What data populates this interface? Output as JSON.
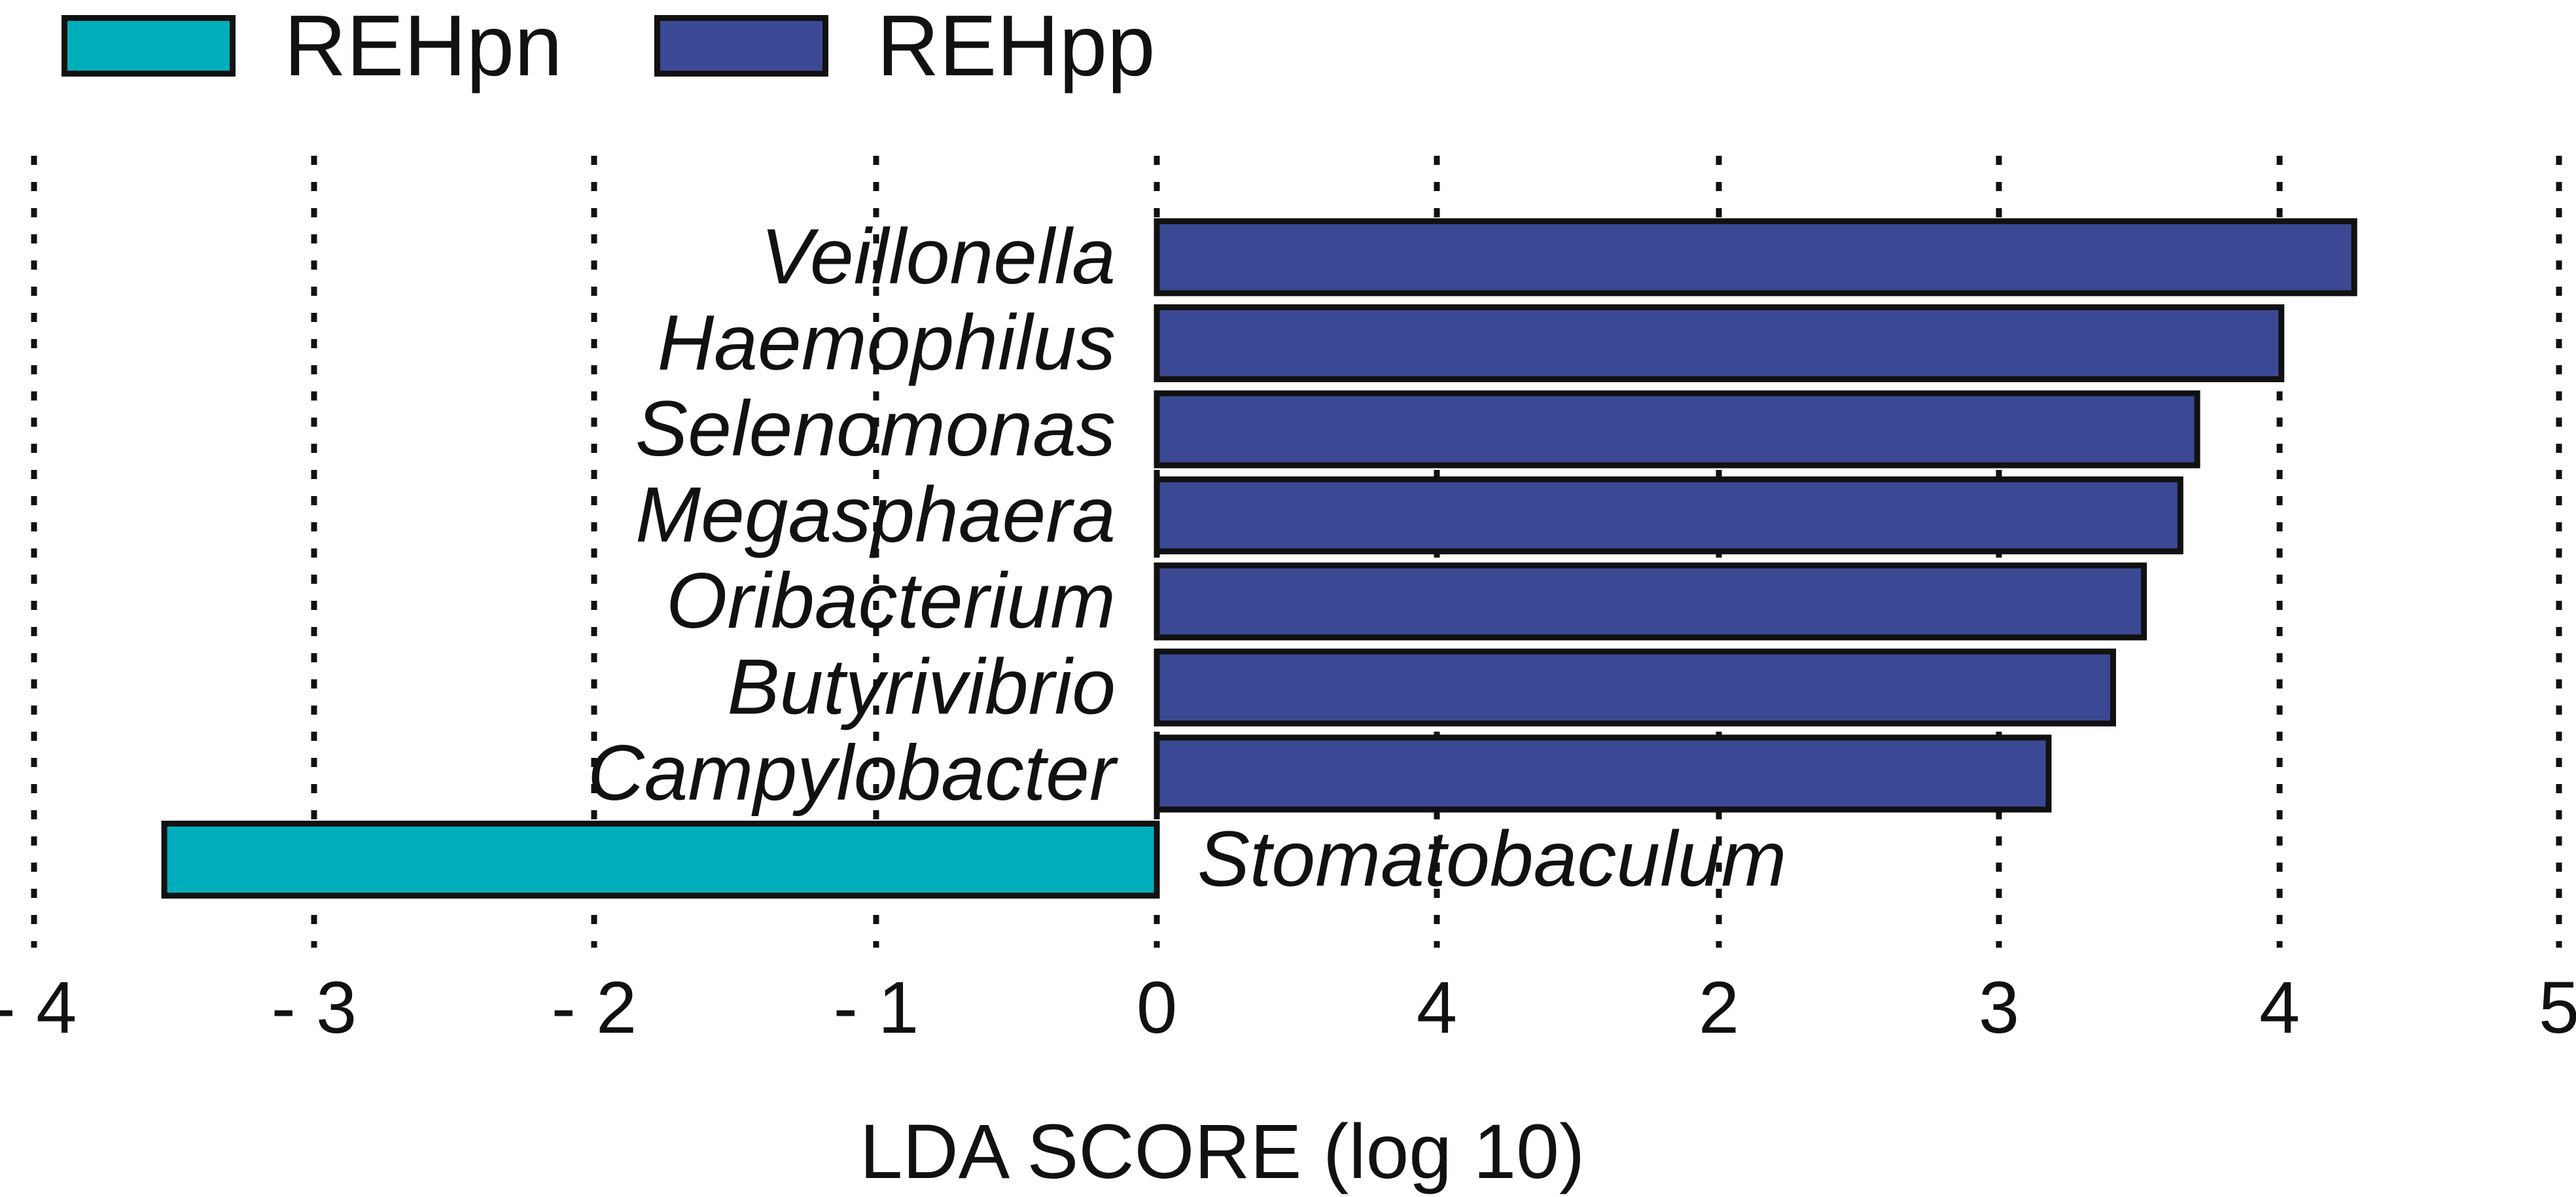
{
  "legend": [
    {
      "label": "REHpn",
      "color": "#00aebb"
    },
    {
      "label": "REHpp",
      "color": "#3b4995"
    }
  ],
  "chart_data": {
    "type": "bar",
    "orientation": "horizontal",
    "xlabel": "LDA SCORE (log 10)",
    "x_tick_labels": [
      "- 4",
      "- 3",
      "- 2",
      "- 1",
      "0",
      "4",
      "2",
      "3",
      "4",
      "5"
    ],
    "categories": [
      "Veillonella",
      "Haemophilus",
      "Selenomonas",
      "Megasphaera",
      "Oribacterium",
      "Butyrivibrio",
      "Campylobacter",
      "Stomatobaculum"
    ],
    "series": [
      {
        "name": "REHpp",
        "color": "#3b4995",
        "values": [
          4.27,
          4.01,
          3.71,
          3.65,
          3.52,
          3.41,
          3.18,
          null
        ]
      },
      {
        "name": "REHpn",
        "color": "#00aebb",
        "values": [
          null,
          null,
          null,
          null,
          null,
          null,
          null,
          -3.54
        ]
      }
    ],
    "xlim": [
      -4,
      5
    ],
    "grid": true,
    "grid_style": "dotted vertical",
    "legend_position": "top-left"
  }
}
